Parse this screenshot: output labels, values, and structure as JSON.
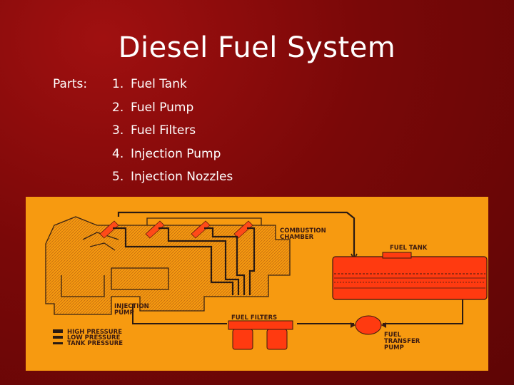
{
  "slide": {
    "title": "Diesel Fuel System",
    "parts_label": "Parts:",
    "parts": [
      {
        "num": "1.",
        "text": "Fuel Tank"
      },
      {
        "num": "2.",
        "text": "Fuel Pump"
      },
      {
        "num": "3.",
        "text": "Fuel Filters"
      },
      {
        "num": "4.",
        "text": "Injection Pump"
      },
      {
        "num": "5.",
        "text": "Injection Nozzles"
      }
    ]
  },
  "diagram": {
    "labels": {
      "combustion": [
        "COMBUSTION",
        "CHAMBER"
      ],
      "fuel_tank": "FUEL TANK",
      "injection_pump": [
        "INJECTION",
        "PUMP"
      ],
      "fuel_filters": "FUEL FILTERS",
      "transfer_pump": [
        "FUEL",
        "TRANSFER",
        "PUMP"
      ]
    },
    "legend": [
      "HIGH PRESSURE",
      "LOW PRESSURE",
      "TANK PRESSURE"
    ]
  },
  "colors": {
    "background": "#7a0808",
    "diagram_bg": "#f79a10",
    "component_red": "#ff3a10",
    "line_dark": "#2a1a12"
  }
}
